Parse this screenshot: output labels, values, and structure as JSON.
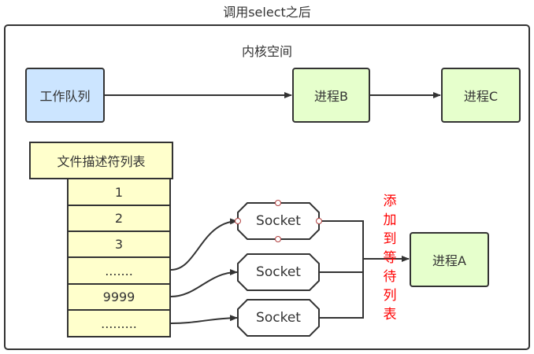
{
  "title": "调用select之后",
  "kernel_label": "内核空间",
  "work_queue": {
    "label": "工作队列"
  },
  "process_b": {
    "label": "进程B"
  },
  "process_c": {
    "label": "进程C"
  },
  "process_a": {
    "label": "进程A"
  },
  "fd_table": {
    "header": "文件描述符列表",
    "rows": [
      "1",
      "2",
      "3",
      ".......",
      "9999",
      "........."
    ]
  },
  "sockets": [
    "Socket",
    "Socket",
    "Socket"
  ],
  "annotation": [
    "添",
    "加",
    "到",
    "等",
    "待",
    "列",
    "表"
  ],
  "colors": {
    "work_queue_fill": "#cce5ff",
    "process_fill": "#e6ffcc",
    "fd_fill": "#ffffcc",
    "annotation": "#ff0000",
    "stroke": "#333333"
  }
}
